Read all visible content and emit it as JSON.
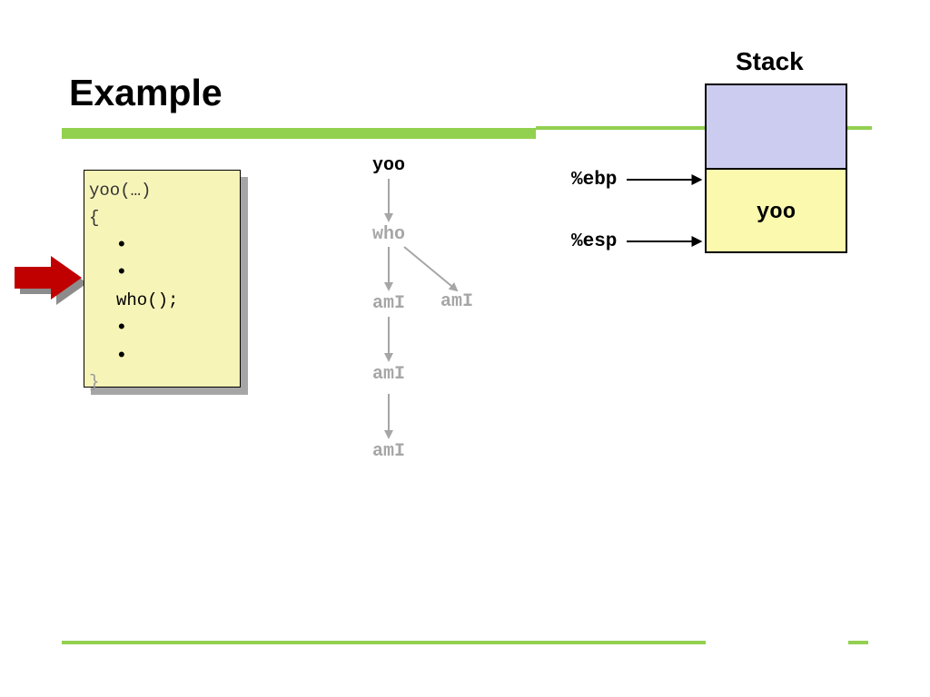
{
  "slide": {
    "title": "Example"
  },
  "code": {
    "lines": [
      "yoo(…)",
      "{",
      "•",
      "•",
      "who();",
      "•",
      "•",
      "}"
    ]
  },
  "call_tree": {
    "root": "yoo",
    "level1": "who",
    "level2_left": "amI",
    "level2_right": "amI",
    "level3": "amI",
    "level4": "amI"
  },
  "stack": {
    "title": "Stack",
    "frames": [
      "",
      "yoo"
    ],
    "registers": {
      "ebp": "%ebp",
      "esp": "%esp"
    }
  },
  "colors": {
    "accent_green": "#92d050",
    "code_bg": "#f7f4b8",
    "stack_prev_frame": "#ccccf0",
    "stack_current_frame": "#fbf9ae",
    "pointer_arrow": "#c00000",
    "inactive_text": "#a6a6a6"
  }
}
